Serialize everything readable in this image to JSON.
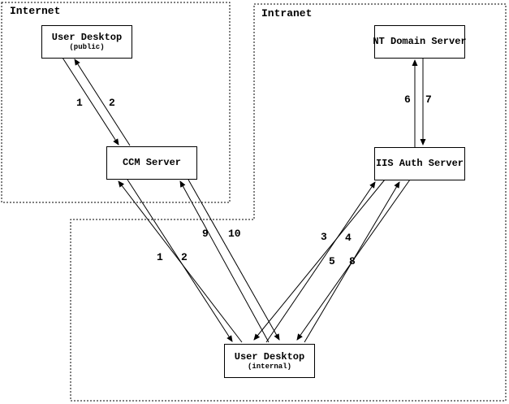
{
  "regions": [
    {
      "id": "internet",
      "label": "Internet"
    },
    {
      "id": "intranet",
      "label": "Intranet"
    }
  ],
  "nodes": [
    {
      "id": "user-desktop-public",
      "title": "User Desktop",
      "subtitle": "(public)"
    },
    {
      "id": "ccm-server",
      "title": "CCM Server"
    },
    {
      "id": "nt-domain-server",
      "title": "NT Domain Server"
    },
    {
      "id": "iis-auth-server",
      "title": "IIS Auth Server"
    },
    {
      "id": "user-desktop-internal",
      "title": "User Desktop",
      "subtitle": "(internal)"
    }
  ],
  "edges": [
    {
      "label": "1",
      "from": "user-desktop-public",
      "to": "ccm-server"
    },
    {
      "label": "2",
      "from": "ccm-server",
      "to": "user-desktop-public"
    },
    {
      "label": "1",
      "from": "ccm-server",
      "to": "user-desktop-internal"
    },
    {
      "label": "2",
      "from": "user-desktop-internal",
      "to": "ccm-server"
    },
    {
      "label": "9",
      "from": "user-desktop-internal",
      "to": "ccm-server"
    },
    {
      "label": "10",
      "from": "ccm-server",
      "to": "user-desktop-internal"
    },
    {
      "label": "3",
      "from": "user-desktop-internal",
      "to": "iis-auth-server"
    },
    {
      "label": "4",
      "from": "iis-auth-server",
      "to": "user-desktop-internal"
    },
    {
      "label": "5",
      "from": "user-desktop-internal",
      "to": "iis-auth-server"
    },
    {
      "label": "8",
      "from": "iis-auth-server",
      "to": "user-desktop-internal"
    },
    {
      "label": "6",
      "from": "iis-auth-server",
      "to": "nt-domain-server"
    },
    {
      "label": "7",
      "from": "nt-domain-server",
      "to": "iis-auth-server"
    }
  ],
  "colors": {
    "line": "#000000",
    "background": "#ffffff"
  }
}
